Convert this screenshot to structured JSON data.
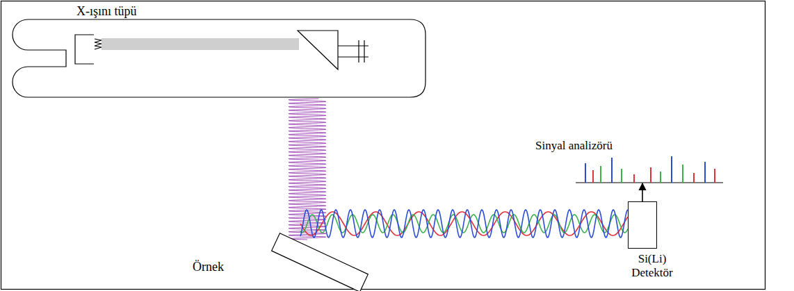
{
  "diagram": {
    "nodes": [
      {
        "text": [
          "X-ışını tüpü"
        ]
      },
      {
        "text": [
          "Sinyal analizörü"
        ]
      },
      {
        "text": [
          "Örnek"
        ]
      },
      {
        "text": [
          "Si(Li) Detektör"
        ]
      }
    ],
    "edges": [
      {
        "from": 3,
        "to": 1,
        "arrow": "to"
      }
    ]
  }
}
